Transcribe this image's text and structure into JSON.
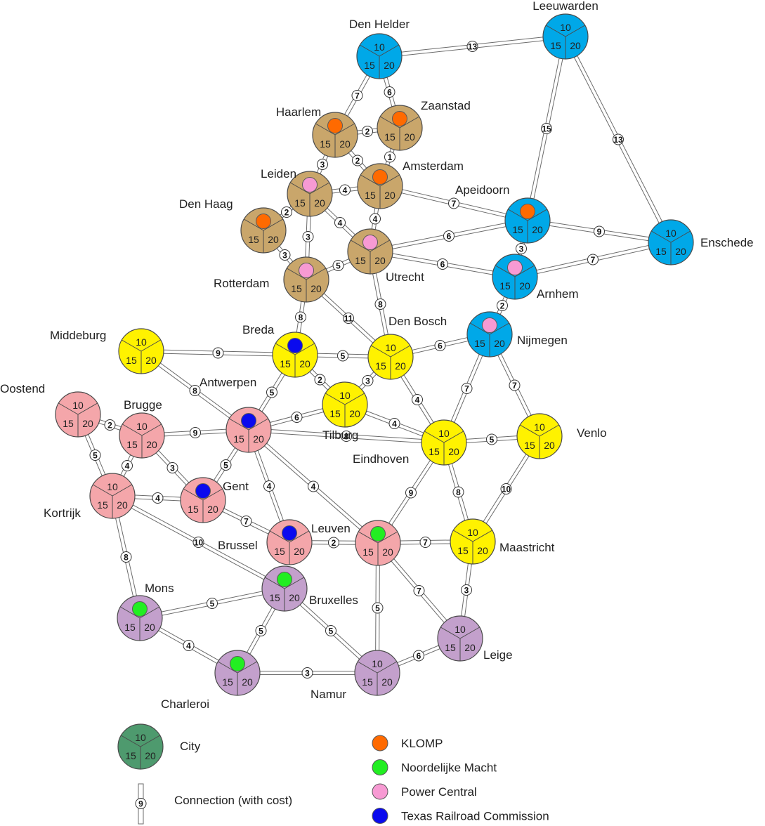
{
  "slot_labels": [
    "10",
    "15",
    "20"
  ],
  "regions": {
    "brown": {
      "color": "#C9A66B"
    },
    "blue": {
      "color": "#00A8E8"
    },
    "yellow": {
      "color": "#FFF200"
    },
    "pink": {
      "color": "#F4A6AA"
    },
    "purple": {
      "color": "#C3A0CC"
    },
    "legend": {
      "color": "#4E9A6E"
    }
  },
  "companies": [
    {
      "id": "klomp",
      "name": "KLOMP",
      "color": "#FF6A00"
    },
    {
      "id": "nm",
      "name": "Noordelijke Macht",
      "color": "#22EE22"
    },
    {
      "id": "pc",
      "name": "Power Central",
      "color": "#F79AD3"
    },
    {
      "id": "trc",
      "name": "Texas Railroad Commission",
      "color": "#0A0AEE"
    }
  ],
  "cities": [
    {
      "id": "den-helder",
      "name": "Den Helder",
      "region": "blue"
    },
    {
      "id": "leeuwarden",
      "name": "Leeuwarden",
      "region": "blue"
    },
    {
      "id": "haarlem",
      "name": "Haarlem",
      "region": "brown",
      "company": "klomp"
    },
    {
      "id": "zaanstad",
      "name": "Zaanstad",
      "region": "brown",
      "company": "klomp"
    },
    {
      "id": "leiden",
      "name": "Leiden",
      "region": "brown",
      "company": "pc"
    },
    {
      "id": "amsterdam",
      "name": "Amsterdam",
      "region": "brown",
      "company": "klomp"
    },
    {
      "id": "den-haag",
      "name": "Den Haag",
      "region": "brown",
      "company": "klomp"
    },
    {
      "id": "apeidoorn",
      "name": "Apeidoorn",
      "region": "blue",
      "company": "klomp"
    },
    {
      "id": "enschede",
      "name": "Enschede",
      "region": "blue"
    },
    {
      "id": "utrecht",
      "name": "Utrecht",
      "region": "brown",
      "company": "pc"
    },
    {
      "id": "rotterdam",
      "name": "Rotterdam",
      "region": "brown",
      "company": "pc"
    },
    {
      "id": "arnhem",
      "name": "Arnhem",
      "region": "blue",
      "company": "pc"
    },
    {
      "id": "nijmegen",
      "name": "Nijmegen",
      "region": "blue",
      "company": "pc"
    },
    {
      "id": "middeburg",
      "name": "Middeburg",
      "region": "yellow"
    },
    {
      "id": "breda",
      "name": "Breda",
      "region": "yellow",
      "company": "trc"
    },
    {
      "id": "den-bosch",
      "name": "Den Bosch",
      "region": "yellow"
    },
    {
      "id": "tilburg",
      "name": "Tilburg",
      "region": "yellow"
    },
    {
      "id": "oostend",
      "name": "Oostend",
      "region": "pink"
    },
    {
      "id": "brugge",
      "name": "Brugge",
      "region": "pink"
    },
    {
      "id": "antwerpen",
      "name": "Antwerpen",
      "region": "pink",
      "company": "trc"
    },
    {
      "id": "eindhoven",
      "name": "Eindhoven",
      "region": "yellow"
    },
    {
      "id": "venlo",
      "name": "Venlo",
      "region": "yellow"
    },
    {
      "id": "kortrijk",
      "name": "Kortrijk",
      "region": "pink"
    },
    {
      "id": "gent",
      "name": "Gent",
      "region": "pink",
      "company": "trc"
    },
    {
      "id": "brussel",
      "name": "Brussel",
      "region": "pink",
      "company": "trc"
    },
    {
      "id": "leuven",
      "name": "Leuven",
      "region": "pink",
      "company": "nm"
    },
    {
      "id": "maastricht",
      "name": "Maastricht",
      "region": "yellow"
    },
    {
      "id": "bruxelles",
      "name": "Bruxelles",
      "region": "purple",
      "company": "nm"
    },
    {
      "id": "mons",
      "name": "Mons",
      "region": "purple",
      "company": "nm"
    },
    {
      "id": "leige",
      "name": "Leige",
      "region": "purple"
    },
    {
      "id": "charleroi",
      "name": "Charleroi",
      "region": "purple",
      "company": "nm"
    },
    {
      "id": "namur",
      "name": "Namur",
      "region": "purple"
    }
  ],
  "connections": [
    {
      "a": "den-helder",
      "b": "leeuwarden",
      "cost": 13
    },
    {
      "a": "den-helder",
      "b": "haarlem",
      "cost": 7
    },
    {
      "a": "den-helder",
      "b": "zaanstad",
      "cost": 6
    },
    {
      "a": "haarlem",
      "b": "zaanstad",
      "cost": 2
    },
    {
      "a": "haarlem",
      "b": "amsterdam",
      "cost": 2
    },
    {
      "a": "zaanstad",
      "b": "amsterdam",
      "cost": 1
    },
    {
      "a": "haarlem",
      "b": "leiden",
      "cost": 3
    },
    {
      "a": "leiden",
      "b": "amsterdam",
      "cost": 4
    },
    {
      "a": "leiden",
      "b": "den-haag",
      "cost": 2
    },
    {
      "a": "leiden",
      "b": "rotterdam",
      "cost": 3
    },
    {
      "a": "leiden",
      "b": "utrecht",
      "cost": 4
    },
    {
      "a": "amsterdam",
      "b": "utrecht",
      "cost": 4
    },
    {
      "a": "amsterdam",
      "b": "apeidoorn",
      "cost": 7
    },
    {
      "a": "den-haag",
      "b": "rotterdam",
      "cost": 3
    },
    {
      "a": "rotterdam",
      "b": "utrecht",
      "cost": 5
    },
    {
      "a": "utrecht",
      "b": "apeidoorn",
      "cost": 6
    },
    {
      "a": "utrecht",
      "b": "arnhem",
      "cost": 6
    },
    {
      "a": "leeuwarden",
      "b": "apeidoorn",
      "cost": 15
    },
    {
      "a": "leeuwarden",
      "b": "enschede",
      "cost": 13
    },
    {
      "a": "apeidoorn",
      "b": "enschede",
      "cost": 9
    },
    {
      "a": "apeidoorn",
      "b": "arnhem",
      "cost": 3
    },
    {
      "a": "arnhem",
      "b": "enschede",
      "cost": 7
    },
    {
      "a": "arnhem",
      "b": "nijmegen",
      "cost": 2
    },
    {
      "a": "rotterdam",
      "b": "breda",
      "cost": 8
    },
    {
      "a": "rotterdam",
      "b": "den-bosch",
      "cost": 11
    },
    {
      "a": "utrecht",
      "b": "den-bosch",
      "cost": 8
    },
    {
      "a": "middeburg",
      "b": "breda",
      "cost": 9
    },
    {
      "a": "breda",
      "b": "den-bosch",
      "cost": 5
    },
    {
      "a": "den-bosch",
      "b": "nijmegen",
      "cost": 6
    },
    {
      "a": "middeburg",
      "b": "antwerpen",
      "cost": 8
    },
    {
      "a": "breda",
      "b": "antwerpen",
      "cost": 5
    },
    {
      "a": "breda",
      "b": "tilburg",
      "cost": 2
    },
    {
      "a": "tilburg",
      "b": "den-bosch",
      "cost": 3
    },
    {
      "a": "den-bosch",
      "b": "eindhoven",
      "cost": 4
    },
    {
      "a": "nijmegen",
      "b": "eindhoven",
      "cost": 7
    },
    {
      "a": "nijmegen",
      "b": "venlo",
      "cost": 7
    },
    {
      "a": "oostend",
      "b": "brugge",
      "cost": 2
    },
    {
      "a": "brugge",
      "b": "antwerpen",
      "cost": 9
    },
    {
      "a": "antwerpen",
      "b": "tilburg",
      "cost": 6
    },
    {
      "a": "tilburg",
      "b": "eindhoven",
      "cost": 4
    },
    {
      "a": "antwerpen",
      "b": "eindhoven",
      "cost": 8
    },
    {
      "a": "eindhoven",
      "b": "venlo",
      "cost": 5
    },
    {
      "a": "oostend",
      "b": "kortrijk",
      "cost": 5
    },
    {
      "a": "brugge",
      "b": "kortrijk",
      "cost": 4
    },
    {
      "a": "brugge",
      "b": "gent",
      "cost": 3
    },
    {
      "a": "antwerpen",
      "b": "gent",
      "cost": 5
    },
    {
      "a": "antwerpen",
      "b": "brussel",
      "cost": 4
    },
    {
      "a": "antwerpen",
      "b": "leuven",
      "cost": 4
    },
    {
      "a": "kortrijk",
      "b": "gent",
      "cost": 4
    },
    {
      "a": "gent",
      "b": "brussel",
      "cost": 7
    },
    {
      "a": "brussel",
      "b": "leuven",
      "cost": 2
    },
    {
      "a": "leuven",
      "b": "eindhoven",
      "cost": 9
    },
    {
      "a": "eindhoven",
      "b": "maastricht",
      "cost": 8
    },
    {
      "a": "venlo",
      "b": "maastricht",
      "cost": 10
    },
    {
      "a": "leuven",
      "b": "maastricht",
      "cost": 7
    },
    {
      "a": "kortrijk",
      "b": "bruxelles",
      "cost": 10
    },
    {
      "a": "kortrijk",
      "b": "mons",
      "cost": 8
    },
    {
      "a": "mons",
      "b": "bruxelles",
      "cost": 5
    },
    {
      "a": "leuven",
      "b": "namur",
      "cost": 5
    },
    {
      "a": "leuven",
      "b": "leige",
      "cost": 7
    },
    {
      "a": "maastricht",
      "b": "leige",
      "cost": 3
    },
    {
      "a": "mons",
      "b": "charleroi",
      "cost": 4
    },
    {
      "a": "bruxelles",
      "b": "charleroi",
      "cost": 5
    },
    {
      "a": "bruxelles",
      "b": "namur",
      "cost": 5
    },
    {
      "a": "charleroi",
      "b": "namur",
      "cost": 3
    },
    {
      "a": "namur",
      "b": "leige",
      "cost": 6
    }
  ],
  "legend": {
    "city_label": "City",
    "connection_label": "Connection (with cost)",
    "connection_cost": 9
  }
}
